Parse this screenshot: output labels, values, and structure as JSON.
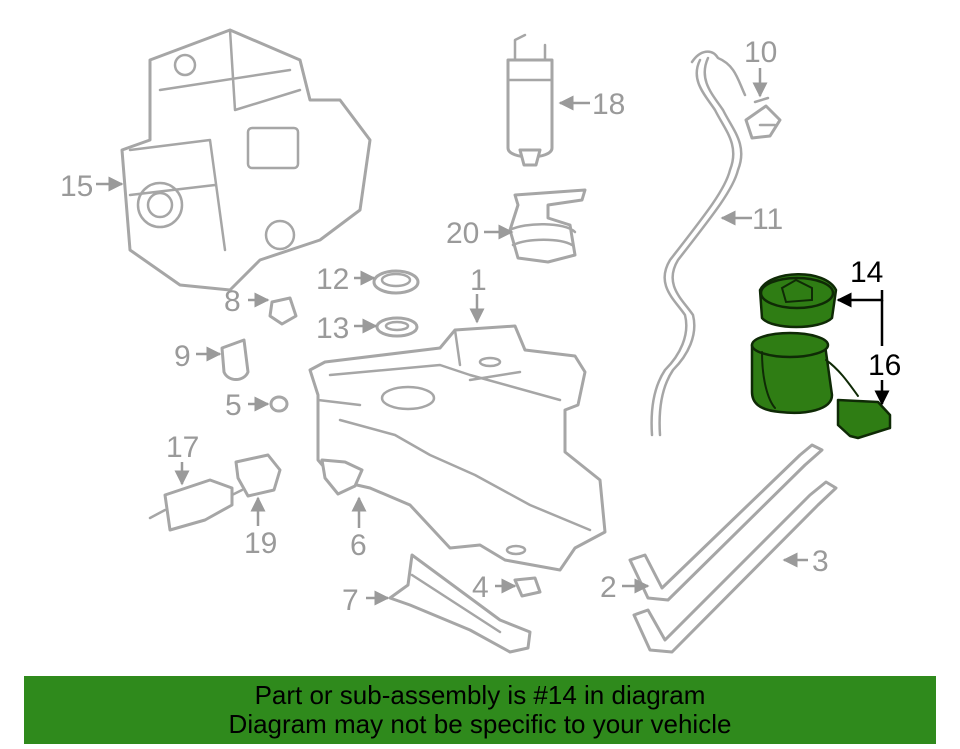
{
  "diagram": {
    "callouts": [
      "1",
      "2",
      "3",
      "4",
      "5",
      "6",
      "7",
      "8",
      "9",
      "10",
      "11",
      "12",
      "13",
      "14",
      "15",
      "16",
      "17",
      "18",
      "19",
      "20"
    ],
    "highlighted_part": "14",
    "colors": {
      "highlight": "#2f7d14",
      "outline": "#a6a6a6",
      "banner": "#2f8a1c"
    }
  },
  "banner": {
    "line1": "Part or sub-assembly is #14 in diagram",
    "line2": "Diagram may not be specific to your vehicle"
  }
}
